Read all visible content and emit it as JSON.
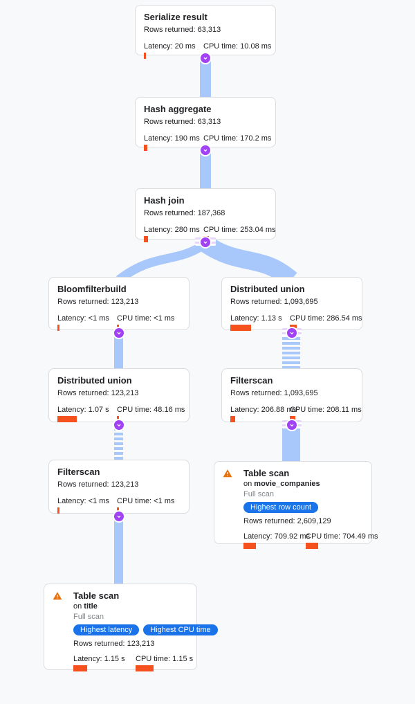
{
  "colors": {
    "background": "#f8f9fa",
    "flow_band_blue": "#a8c7fa",
    "metric_bar_orange": "#f4511e",
    "badge_blue": "#1a73e8",
    "port_purple": "#a142f4",
    "warning_orange": "#e8710a",
    "muted_text": "#80868b"
  },
  "nodes": [
    {
      "title": "Serialize result",
      "rows": "Rows returned: 63,313",
      "latency": "Latency: 20 ms",
      "cpu": "CPU time: 10.08 ms",
      "latency_bar": 3,
      "cpu_bar": 3
    },
    {
      "title": "Hash aggregate",
      "rows": "Rows returned: 63,313",
      "latency": "Latency: 190 ms",
      "cpu": "CPU time: 170.2 ms",
      "latency_bar": 5,
      "cpu_bar": 6
    },
    {
      "title": "Hash join",
      "rows": "Rows returned: 187,368",
      "latency": "Latency: 280 ms",
      "cpu": "CPU time: 253.04 ms",
      "latency_bar": 6,
      "cpu_bar": 8
    },
    {
      "title": "Bloomfilterbuild",
      "rows": "Rows returned: 123,213",
      "latency": "Latency: <1 ms",
      "cpu": "CPU time: <1 ms",
      "latency_bar": 3,
      "cpu_bar": 3
    },
    {
      "title": "Distributed union",
      "rows": "Rows returned: 1,093,695",
      "latency": "Latency: 1.13 s",
      "cpu": "CPU time: 286.54 ms",
      "latency_bar": 30,
      "cpu_bar": 10
    },
    {
      "title": "Distributed union",
      "rows": "Rows returned: 123,213",
      "latency": "Latency: 1.07 s",
      "cpu": "CPU time: 48.16 ms",
      "latency_bar": 28,
      "cpu_bar": 3
    },
    {
      "title": "Filterscan",
      "rows": "Rows returned: 1,093,695",
      "latency": "Latency: 206.88 ms",
      "cpu": "CPU time: 208.11 ms",
      "latency_bar": 7,
      "cpu_bar": 8
    },
    {
      "title": "Filterscan",
      "rows": "Rows returned: 123,213",
      "latency": "Latency: <1 ms",
      "cpu": "CPU time: <1 ms",
      "latency_bar": 3,
      "cpu_bar": 3
    },
    {
      "title": "Table scan",
      "on_prefix": "on ",
      "table": "movie_companies",
      "scan_type": "Full scan",
      "badges": [
        "Highest row count"
      ],
      "rows": "Rows returned: 2,609,129",
      "latency": "Latency: 709.92 ms",
      "cpu": "CPU time: 704.49 ms",
      "latency_bar": 18,
      "cpu_bar": 18
    },
    {
      "title": "Table scan",
      "on_prefix": "on ",
      "table": "title",
      "scan_type": "Full scan",
      "badges": [
        "Highest latency",
        "Highest CPU time"
      ],
      "rows": "Rows returned: 123,213",
      "latency": "Latency: 1.15 s",
      "cpu": "CPU time: 1.15 s",
      "latency_bar": 20,
      "cpu_bar": 26
    }
  ]
}
